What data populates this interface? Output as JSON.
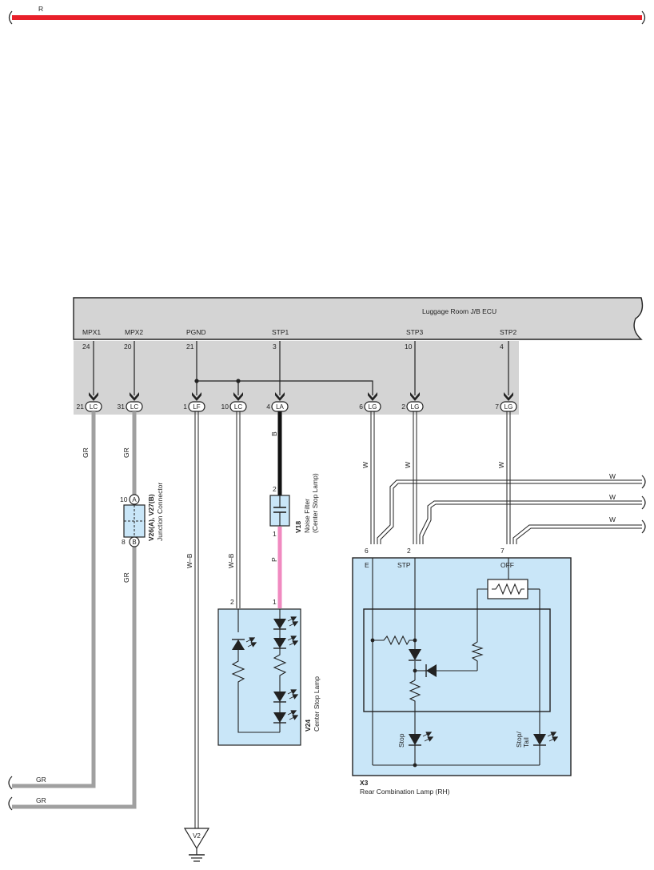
{
  "top_wire": {
    "color_code": "R",
    "color": "#e8202a"
  },
  "ecu": {
    "name": "Luggage Room J/B ECU",
    "terminals": [
      {
        "id": "mpx1",
        "name": "MPX1",
        "pin": "24",
        "conn_pin": "21",
        "conn": "LC"
      },
      {
        "id": "mpx2",
        "name": "MPX2",
        "pin": "20",
        "conn_pin": "31",
        "conn": "LC"
      },
      {
        "id": "pgnd",
        "name": "PGND",
        "pin": "21",
        "conn_pin": "1",
        "conn": "LF"
      },
      {
        "id": "lc10",
        "name": "",
        "pin": "",
        "conn_pin": "10",
        "conn": "LC"
      },
      {
        "id": "stp1",
        "name": "STP1",
        "pin": "3",
        "conn_pin": "4",
        "conn": "LA"
      },
      {
        "id": "lg6",
        "name": "",
        "pin": "",
        "conn_pin": "6",
        "conn": "LG"
      },
      {
        "id": "stp3",
        "name": "STP3",
        "pin": "10",
        "conn_pin": "2",
        "conn": "LG"
      },
      {
        "id": "stp2",
        "name": "STP2",
        "pin": "4",
        "conn_pin": "7",
        "conn": "LG"
      }
    ]
  },
  "wire_labels": {
    "gr": "GR",
    "wb": "W–B",
    "b": "B",
    "p": "P",
    "w": "W"
  },
  "junction": {
    "code": "V26(A), V27(B)",
    "name": "Junction Connector",
    "pin_top": "10",
    "letter_top": "A",
    "pin_bottom": "8",
    "letter_bottom": "B"
  },
  "noise_filter": {
    "code": "V18",
    "name": "Noise Filter",
    "sub": "(Center Stop Lamp)",
    "pin_top": "2",
    "pin_bottom": "1"
  },
  "center_stop_lamp": {
    "code": "V24",
    "name": "Center Stop Lamp",
    "pin_left": "2",
    "pin_right": "1"
  },
  "rear_lamp": {
    "code": "X3",
    "name": "Rear Combination Lamp (RH)",
    "pins": [
      "6",
      "2",
      "7"
    ],
    "terminals": [
      "E",
      "STP",
      "OFF"
    ],
    "led_stop": "Stop",
    "led_stoptail_1": "Stop/",
    "led_stoptail_2": "Tail"
  },
  "ground": {
    "label": "V2"
  },
  "colors": {
    "gray_wire": "#a0a0a0",
    "box_fill": "#c9e6f8",
    "ecu_gray": "#d4d4d4",
    "pink": "#f08ac0"
  }
}
